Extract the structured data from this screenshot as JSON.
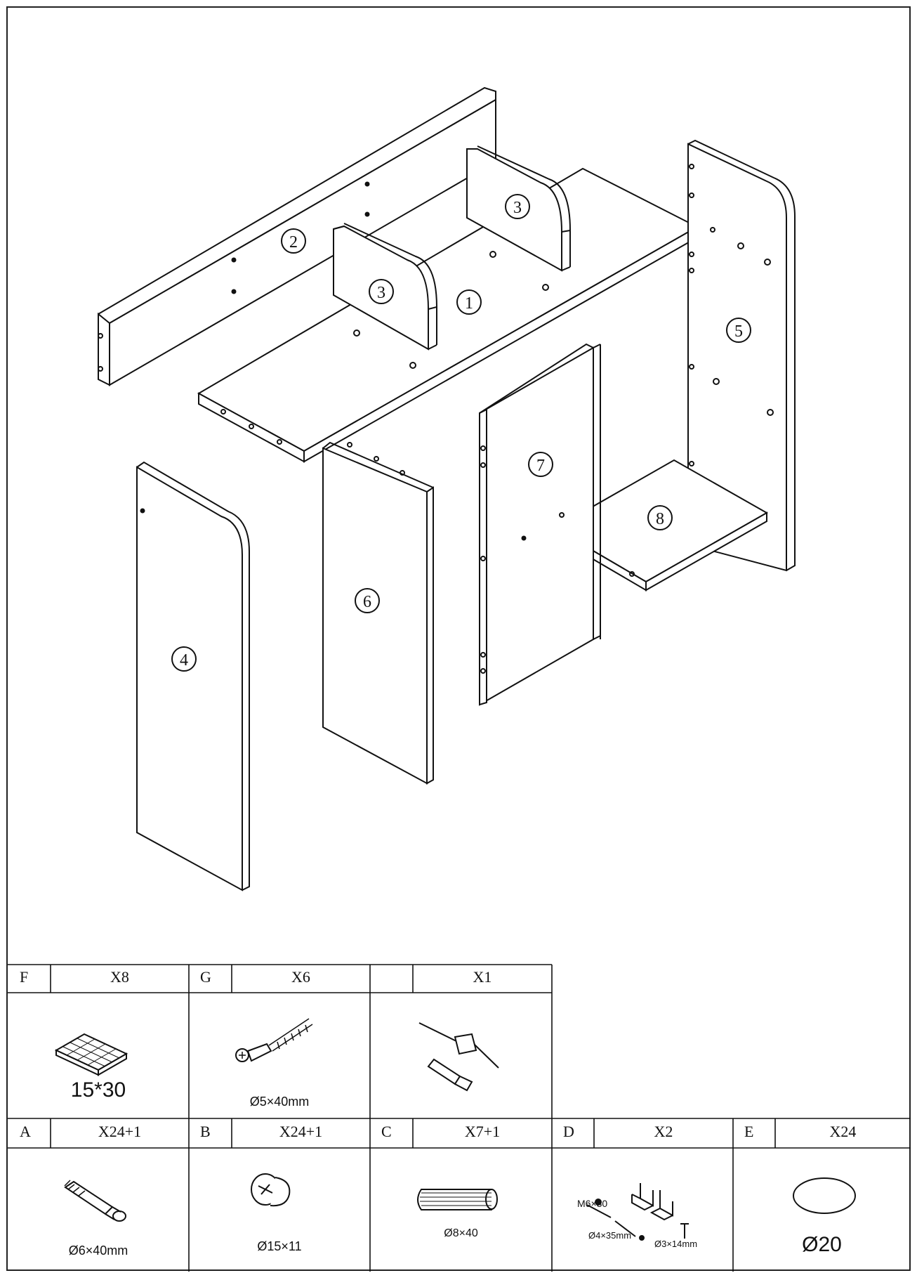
{
  "parts": [
    {
      "id": "part-1",
      "label": "1"
    },
    {
      "id": "part-2",
      "label": "2"
    },
    {
      "id": "part-3a",
      "label": "3"
    },
    {
      "id": "part-3b",
      "label": "3"
    },
    {
      "id": "part-4",
      "label": "4"
    },
    {
      "id": "part-5",
      "label": "5"
    },
    {
      "id": "part-6",
      "label": "6"
    },
    {
      "id": "part-7",
      "label": "7"
    },
    {
      "id": "part-8",
      "label": "8"
    }
  ],
  "hardware_top": [
    {
      "letter": "F",
      "qty": "X8",
      "caption": "15*30"
    },
    {
      "letter": "G",
      "qty": "X6",
      "caption": "Ø5×40mm"
    },
    {
      "letter": "",
      "qty": "X1",
      "caption": ""
    }
  ],
  "hardware_bottom": [
    {
      "letter": "A",
      "qty": "X24+1",
      "caption": "Ø6×40mm"
    },
    {
      "letter": "B",
      "qty": "X24+1",
      "caption": "Ø15×11"
    },
    {
      "letter": "C",
      "qty": "X7+1",
      "caption": "Ø8×40"
    },
    {
      "letter": "D",
      "qty": "X2",
      "caption": "M6×30",
      "caption2": "Ø4×35mm",
      "caption3": "Ø3×14mm"
    },
    {
      "letter": "E",
      "qty": "X24",
      "caption": "Ø20"
    }
  ]
}
